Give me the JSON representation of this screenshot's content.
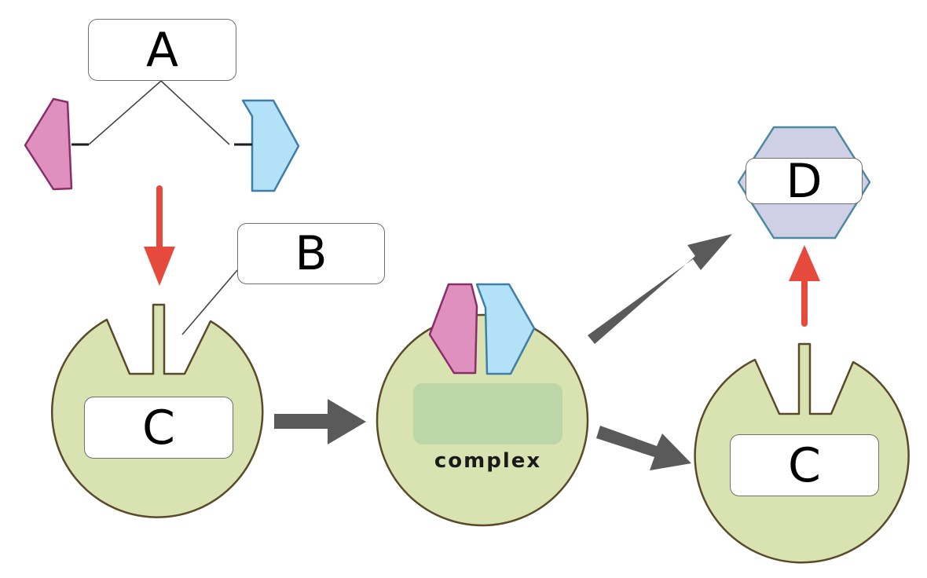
{
  "labels": {
    "a": "A",
    "b": "B",
    "c_left": "C",
    "c_right": "C",
    "d": "D"
  },
  "complex_text": "complex",
  "colors": {
    "cell_fill": "#d9e3b1",
    "cell_stroke": "#5a4a2a",
    "pink_piece": "#e090bf",
    "pink_stroke": "#8a2e6a",
    "blue_piece": "#b3e1f7",
    "blue_stroke": "#3f7ea6",
    "product_fill": "#cfcfe6",
    "product_stroke": "#4a8aa0",
    "complex_area": "#bcd6a8",
    "gray_arrow": "#5a5a5a",
    "red_arrow": "#e64a3c",
    "leader_line": "#444444"
  }
}
